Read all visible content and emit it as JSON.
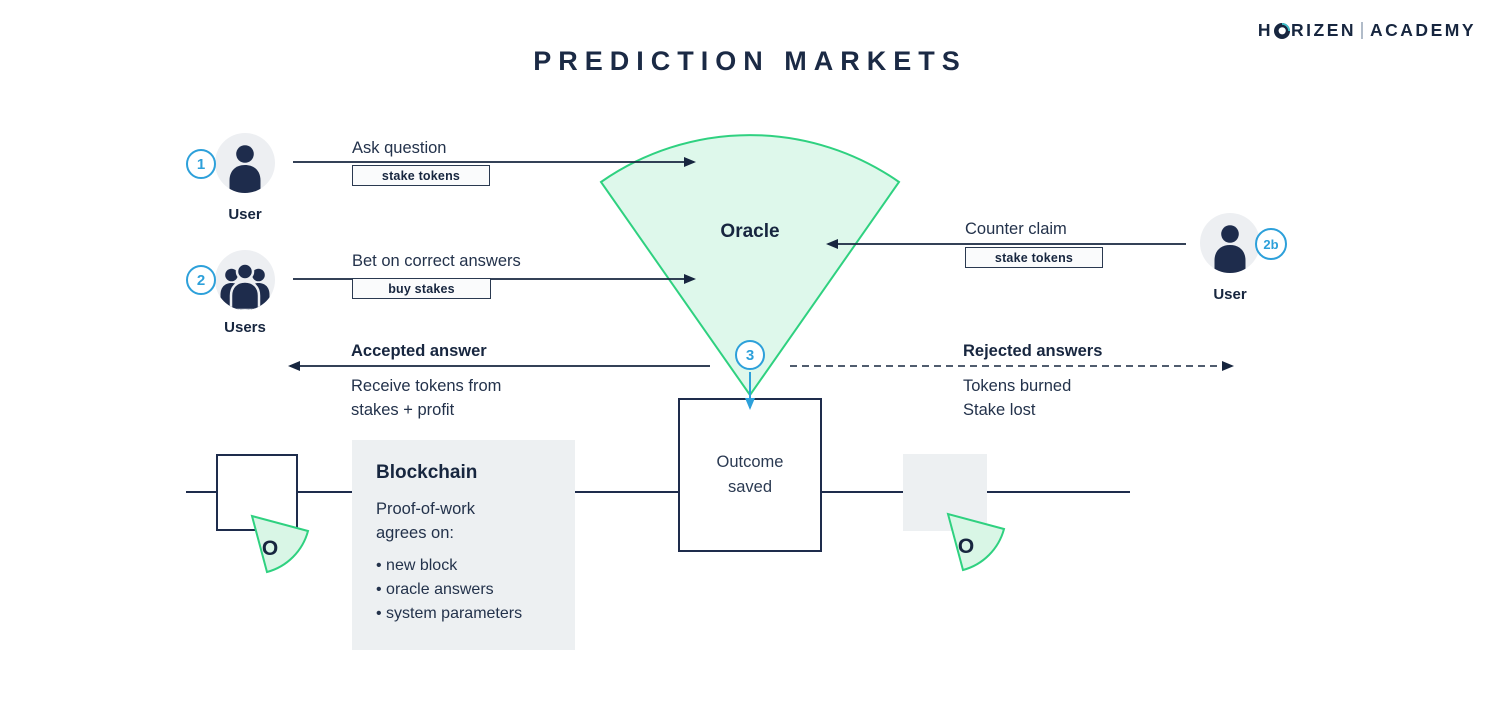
{
  "colors": {
    "navy": "#17263f",
    "accent_blue": "#2da0da",
    "green_stroke": "#2fd180",
    "green_fill": "#def8eb",
    "panel_gray": "#edf0f2"
  },
  "header": {
    "title": "PREDICTION MARKETS"
  },
  "logo": {
    "h": "H",
    "rizen": "RIZEN",
    "academy": "ACADEMY"
  },
  "steps": {
    "one": "1",
    "two": "2",
    "two_b": "2b",
    "three": "3"
  },
  "actors": {
    "user1_label": "User",
    "users2_label": "Users",
    "user2b_label": "User"
  },
  "oracle": {
    "label": "Oracle"
  },
  "flows": {
    "ask": {
      "label": "Ask question",
      "tag": "stake tokens"
    },
    "bet": {
      "label": "Bet on correct answers",
      "tag": "buy stakes"
    },
    "counter": {
      "label": "Counter claim",
      "tag": "stake tokens"
    },
    "accepted": {
      "title": "Accepted answer",
      "line1": "Receive tokens from",
      "line2": "stakes + profit"
    },
    "rejected": {
      "title": "Rejected answers",
      "line1": "Tokens burned",
      "line2": "Stake lost"
    }
  },
  "blockchain": {
    "title": "Blockchain",
    "sub_line1": "Proof-of-work",
    "sub_line2": "agrees on:",
    "bullets": [
      "new block",
      "oracle answers",
      "system parameters"
    ],
    "outcome_line1": "Outcome",
    "outcome_line2": "saved",
    "mini_oracle_letter": "O"
  }
}
